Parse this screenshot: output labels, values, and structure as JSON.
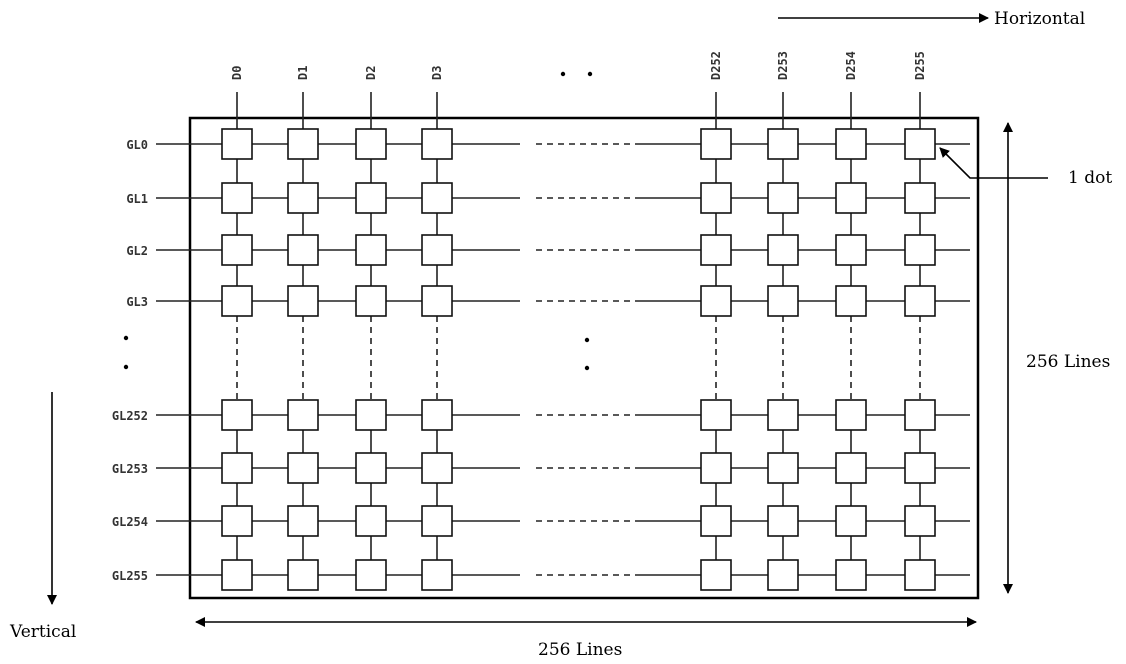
{
  "direction_labels": {
    "horizontal": "Horizontal",
    "vertical": "Vertical"
  },
  "dimension_labels": {
    "right": "256 Lines",
    "bottom": "256 Lines"
  },
  "dot_label": "1 dot",
  "data_lines": [
    "D0",
    "D1",
    "D2",
    "D3",
    "D252",
    "D253",
    "D254",
    "D255"
  ],
  "gate_lines": [
    "GL0",
    "GL1",
    "GL2",
    "GL3",
    "GL252",
    "GL253",
    "GL254",
    "GL255"
  ]
}
